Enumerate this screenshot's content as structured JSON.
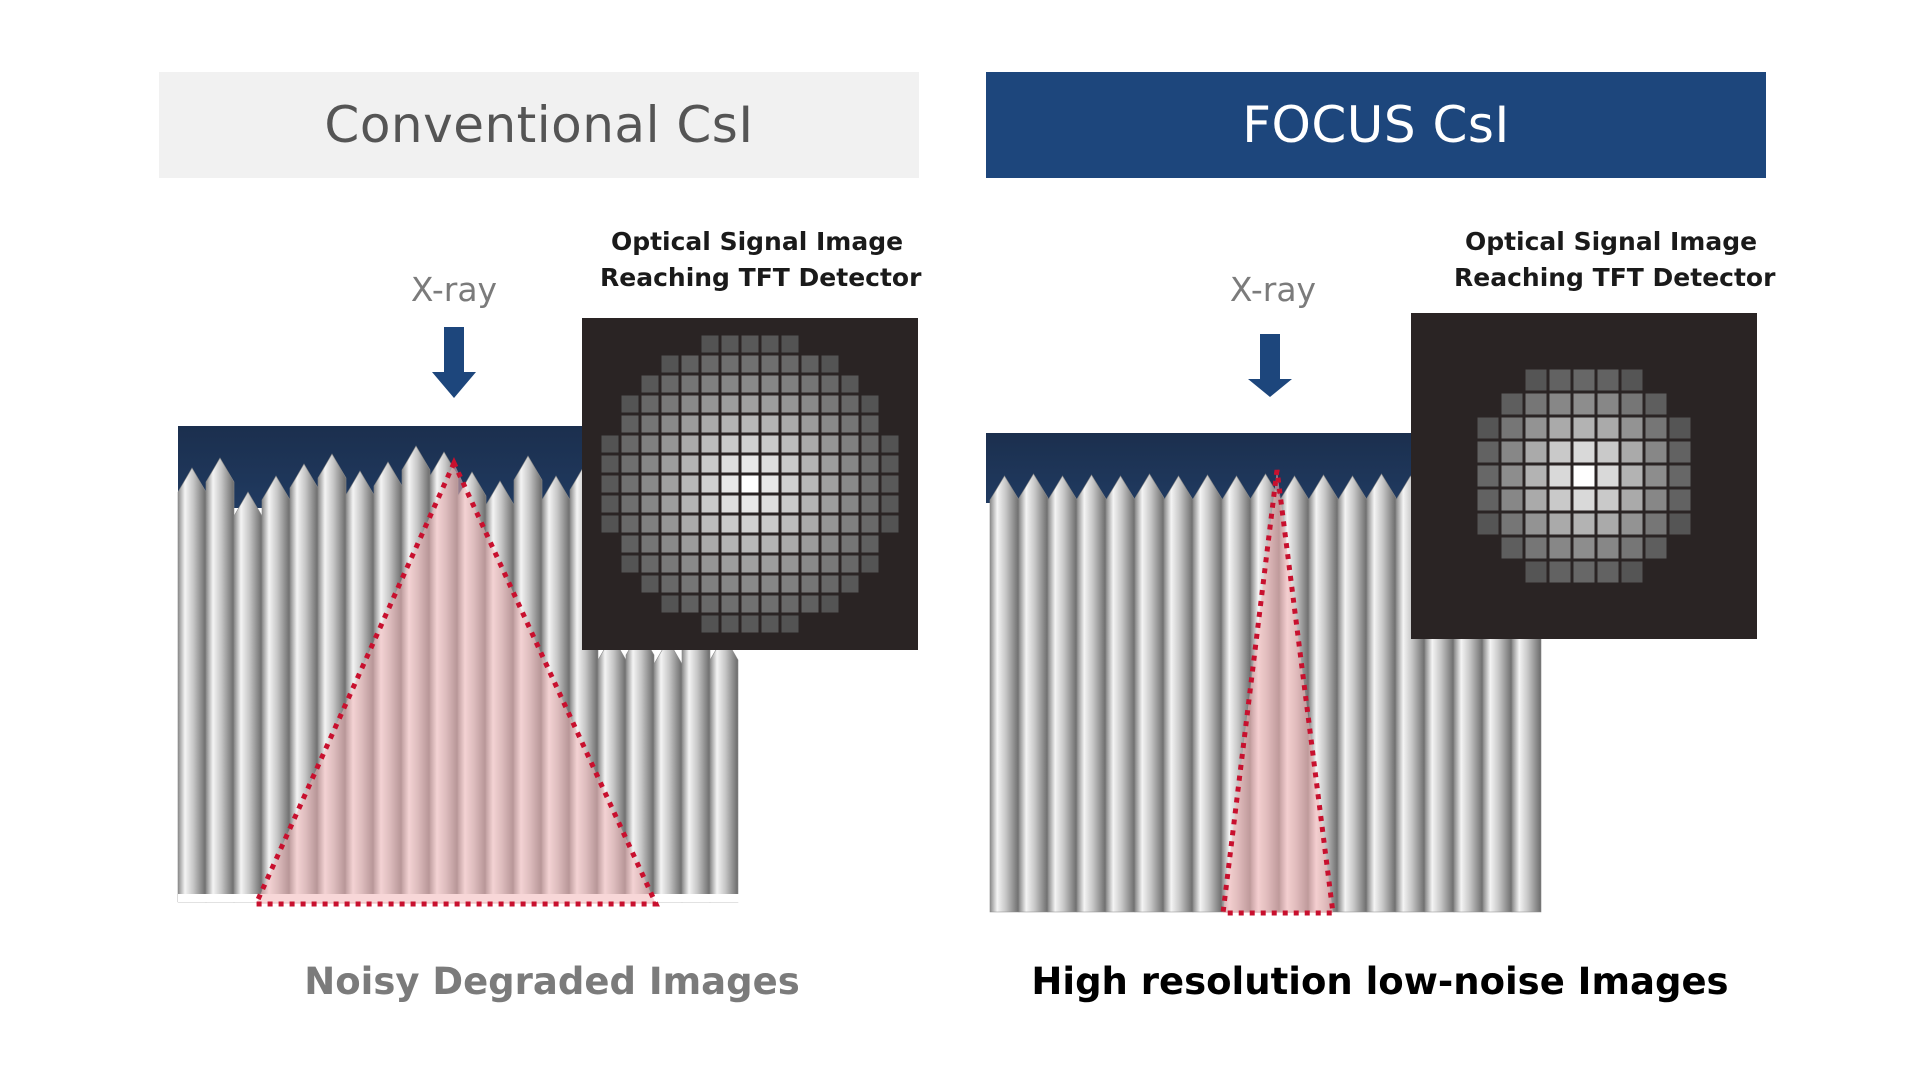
{
  "left": {
    "title": "Conventional CsI",
    "xray_label": "X-ray",
    "signal_caption_line1": "Optical Signal Image",
    "signal_caption_line2": "Reaching TFT Detector",
    "result": "Noisy Degraded Images"
  },
  "right": {
    "title": "FOCUS CsI",
    "xray_label": "X-ray",
    "signal_caption_line1": "Optical Signal Image",
    "signal_caption_line2": "Reaching TFT Detector",
    "result": "High resolution low-noise Images"
  },
  "colors": {
    "header_dark": "#1d467c",
    "header_light": "#f1f1f1",
    "layer_top": "#1b3150",
    "arrow": "#1d467c",
    "spread_outline": "#c8102e",
    "spread_fill": "#f3b6b8",
    "detector_bg": "#2a2424"
  },
  "icons": [
    "down-arrow-icon"
  ]
}
